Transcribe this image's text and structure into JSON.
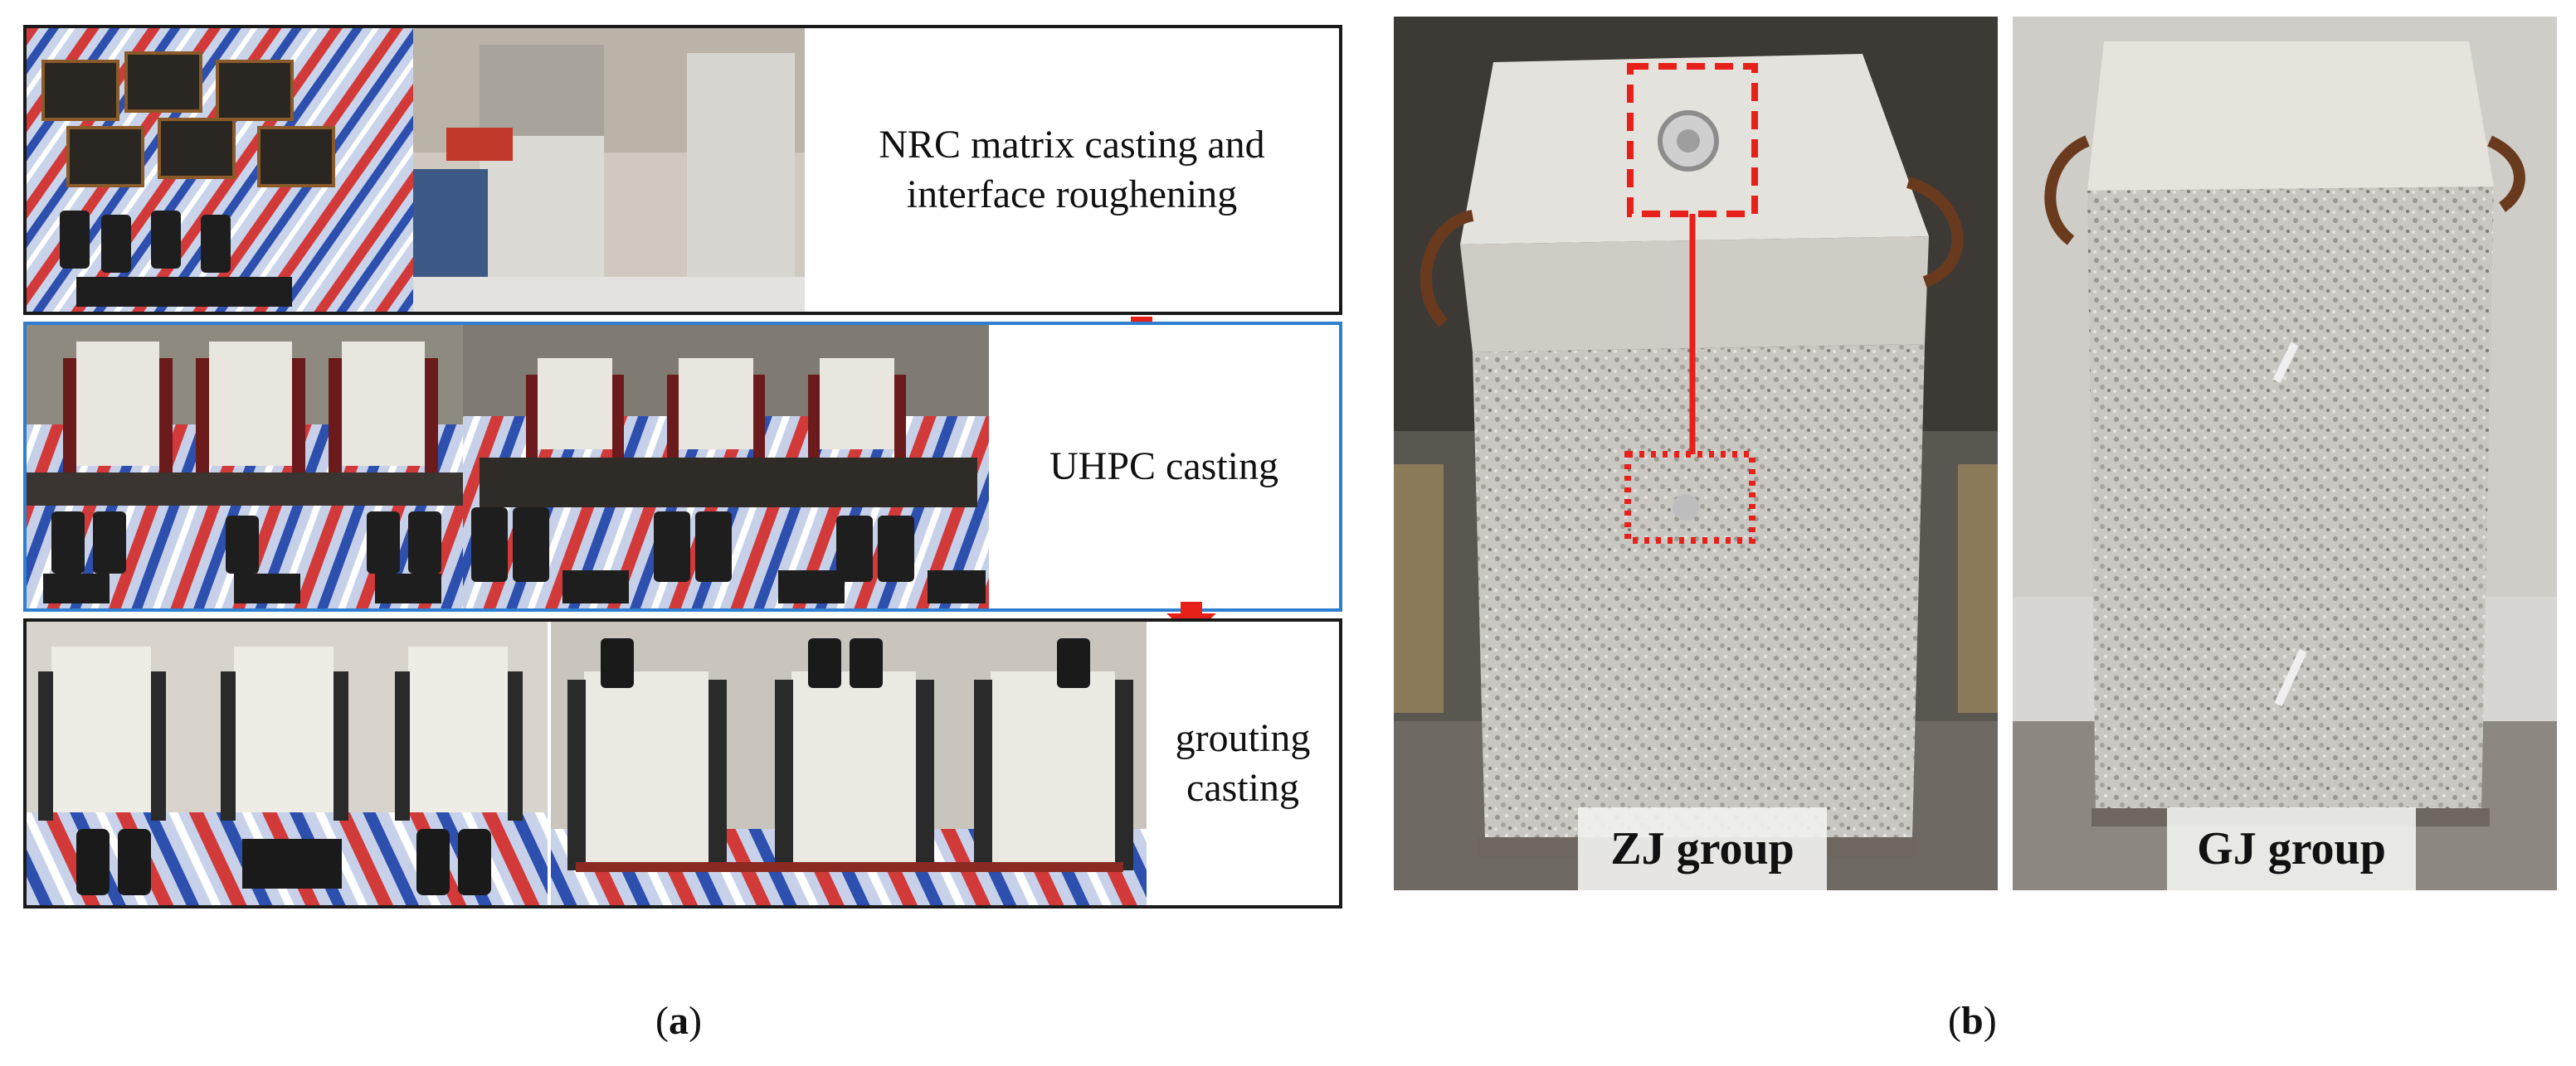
{
  "panel_a": {
    "label_open": "(",
    "label_letter": "a",
    "label_close": ")",
    "steps": [
      {
        "caption": "NRC matrix casting and\ninterface roughening"
      },
      {
        "caption": "UHPC casting"
      },
      {
        "caption": "grouting\ncasting"
      }
    ],
    "colors": {
      "frame": "#1a1a1a",
      "frame_highlight": "#2f7fd1",
      "arrow": "#e8201a"
    }
  },
  "panel_b": {
    "label_open": "(",
    "label_letter": "b",
    "label_close": ")",
    "tags": {
      "left": "ZJ group",
      "right": "GJ group"
    },
    "colors": {
      "marker": "#e8201a"
    }
  }
}
